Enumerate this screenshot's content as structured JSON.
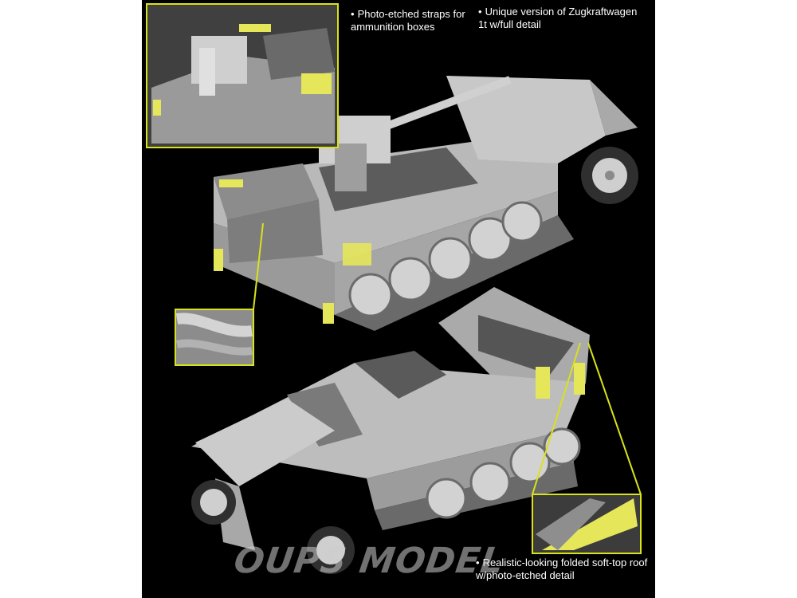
{
  "callouts": {
    "photo_etched_straps": "Photo-etched straps for ammunition boxes",
    "unique_version": "Unique version of Zugkraftwagen 1t w/full detail",
    "soft_top": "Realistic-looking folded soft-top roof w/photo-etched detail"
  },
  "watermark": "OUPS MODEL",
  "colors": {
    "background": "#000000",
    "callout_line": "#d9e21a",
    "model_grey": "#c9c9c9",
    "photo_etch_yellow": "#e6e65a"
  }
}
